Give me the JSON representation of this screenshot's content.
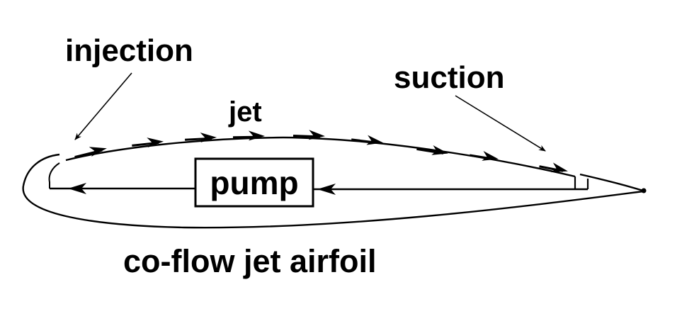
{
  "colors": {
    "ink": "#000000",
    "paper": "#ffffff"
  },
  "diagram": {
    "caption": "co-flow jet airfoil",
    "injection_label": "injection",
    "suction_label": "suction",
    "jet_label": "jet",
    "pump_label": "pump",
    "jet_flow_arrow_count": 9,
    "return_flow_arrow_count": 2
  }
}
